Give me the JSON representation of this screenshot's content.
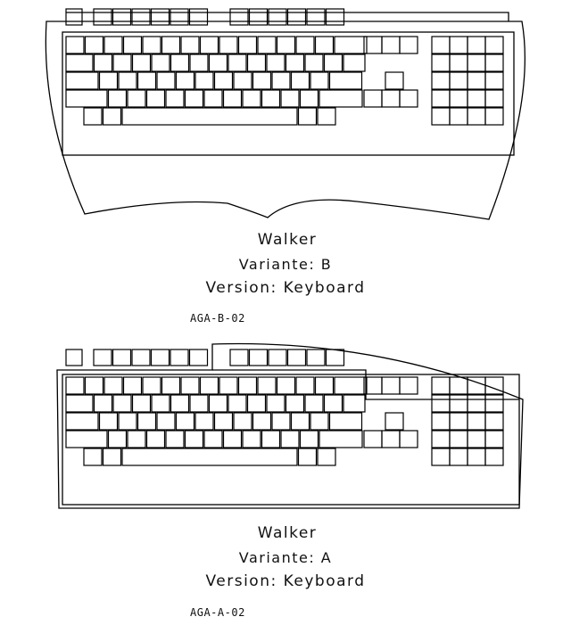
{
  "variant_b": {
    "name": "Walker",
    "variant": "Variante: B",
    "version": "Version: Keyboard",
    "code": "AGA-B-02"
  },
  "variant_a": {
    "name": "Walker",
    "variant": "Variante: A",
    "version": "Version: Keyboard",
    "code": "AGA-A-02"
  }
}
